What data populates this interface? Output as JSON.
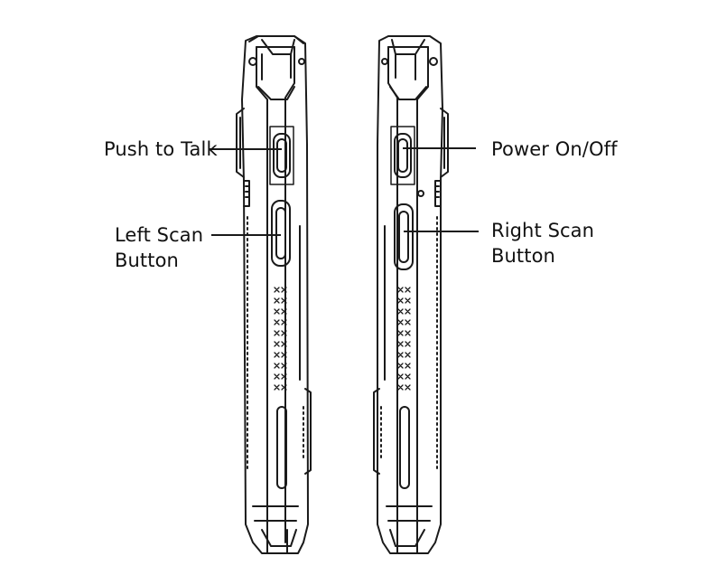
{
  "labels": {
    "push_to_talk": "Push to Talk",
    "left_scan_line1": "Left Scan",
    "left_scan_line2": "Button",
    "power": "Power On/Off",
    "right_scan_line1": "Right Scan",
    "right_scan_line2": "Button"
  },
  "colors": {
    "stroke": "#1a1a1a",
    "background": "#ffffff"
  }
}
